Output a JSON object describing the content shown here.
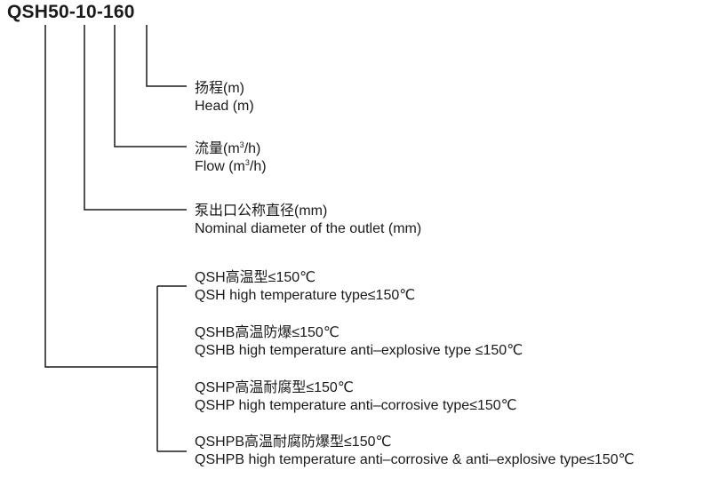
{
  "model_code": "QSH50-10-160",
  "fields": [
    {
      "cn": "扬程(m)",
      "en": "Head (m)"
    },
    {
      "cn_prefix": "流量(m",
      "cn_sup": "3",
      "cn_suffix": "/h)",
      "en_prefix": "Flow (m",
      "en_sup": "3",
      "en_suffix": "/h)"
    },
    {
      "cn": "泵出口公称直径(mm)",
      "en": "Nominal diameter of the outlet (mm)"
    }
  ],
  "types": [
    {
      "cn": "QSH高温型≤150℃",
      "en": "QSH high temperature type≤150℃"
    },
    {
      "cn": "QSHB高温防爆≤150℃",
      "en": "QSHB high temperature anti–explosive type ≤150℃"
    },
    {
      "cn": "QSHP高温耐腐型≤150℃",
      "en": "QSHP high temperature anti–corrosive type≤150℃"
    },
    {
      "cn": "QSHPB高温耐腐防爆型≤150℃",
      "en": "QSHPB high temperature anti–corrosive & anti–explosive type≤150℃"
    }
  ]
}
